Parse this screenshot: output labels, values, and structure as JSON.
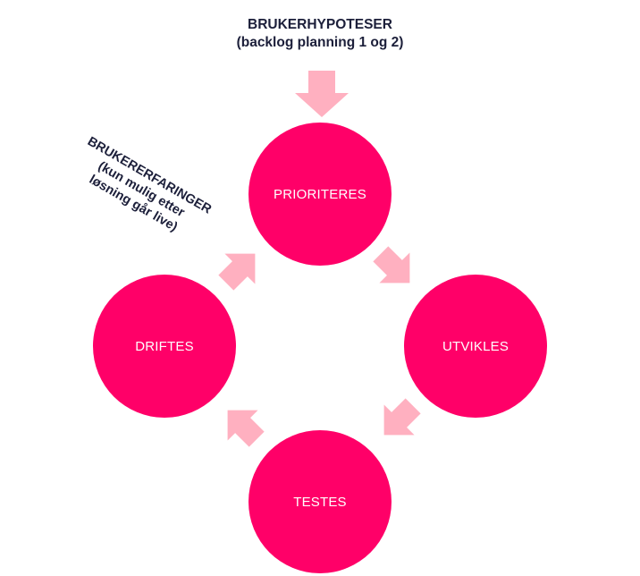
{
  "colors": {
    "node_fill": "#ff0068",
    "node_text": "#ffffff",
    "arrow_fill": "#ffb0c0",
    "label_text": "#1c1f3a"
  },
  "top_input": {
    "title": "BRUKERHYPOTESER",
    "subtitle": "(backlog planning 1 og 2)"
  },
  "feedback_input": {
    "title": "BRUKERERFARINGER",
    "line2": "(kun mulig etter",
    "line3": "løsning går live)"
  },
  "cycle": {
    "nodes": [
      {
        "id": "prioriteres",
        "label": "PRIORITERES"
      },
      {
        "id": "utvikles",
        "label": "UTVIKLES"
      },
      {
        "id": "testes",
        "label": "TESTES"
      },
      {
        "id": "driftes",
        "label": "DRIFTES"
      }
    ],
    "arrow_icon": "block-arrow-icon"
  }
}
